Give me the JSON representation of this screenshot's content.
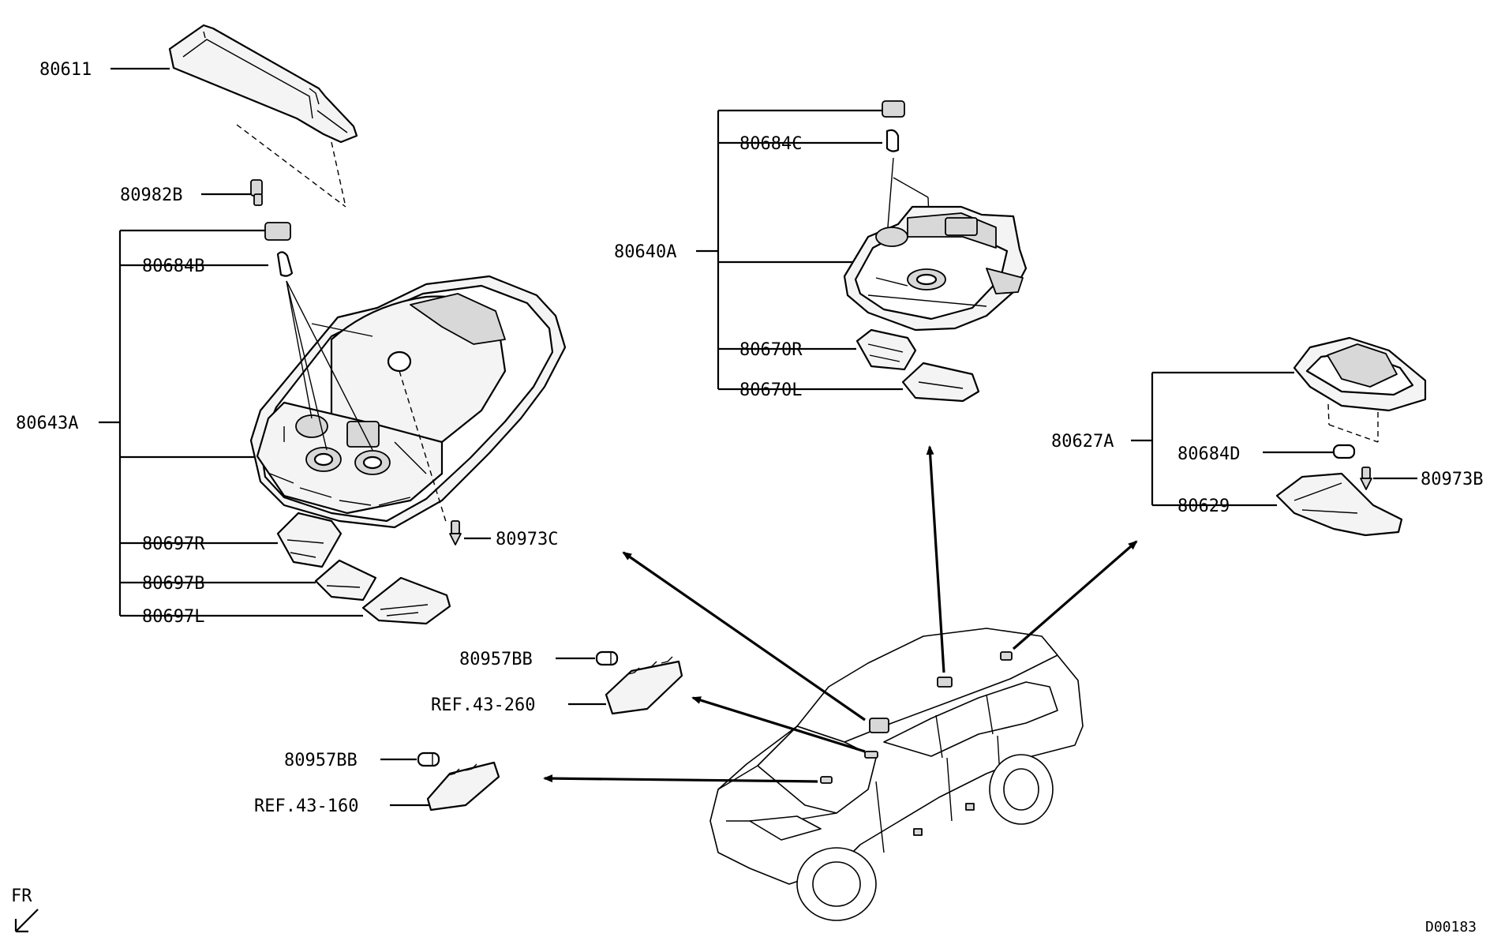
{
  "labels": {
    "p80611": "80611",
    "p80982B": "80982B",
    "p80684B": "80684B",
    "p80643A": "80643A",
    "p80973C": "80973C",
    "p80697R": "80697R",
    "p80697B": "80697B",
    "p80697L": "80697L",
    "p80684C": "80684C",
    "p80640A": "80640A",
    "p80670R": "80670R",
    "p80670L": "80670L",
    "p80627A": "80627A",
    "p80684D": "80684D",
    "p80973B": "80973B",
    "p80629": "80629",
    "p80957BB_1": "80957BB",
    "ref_43_260": "REF.43-260",
    "p80957BB_2": "80957BB",
    "ref_43_160": "REF.43-160"
  },
  "orientation_label": "FR",
  "diagram_code": "D00183"
}
